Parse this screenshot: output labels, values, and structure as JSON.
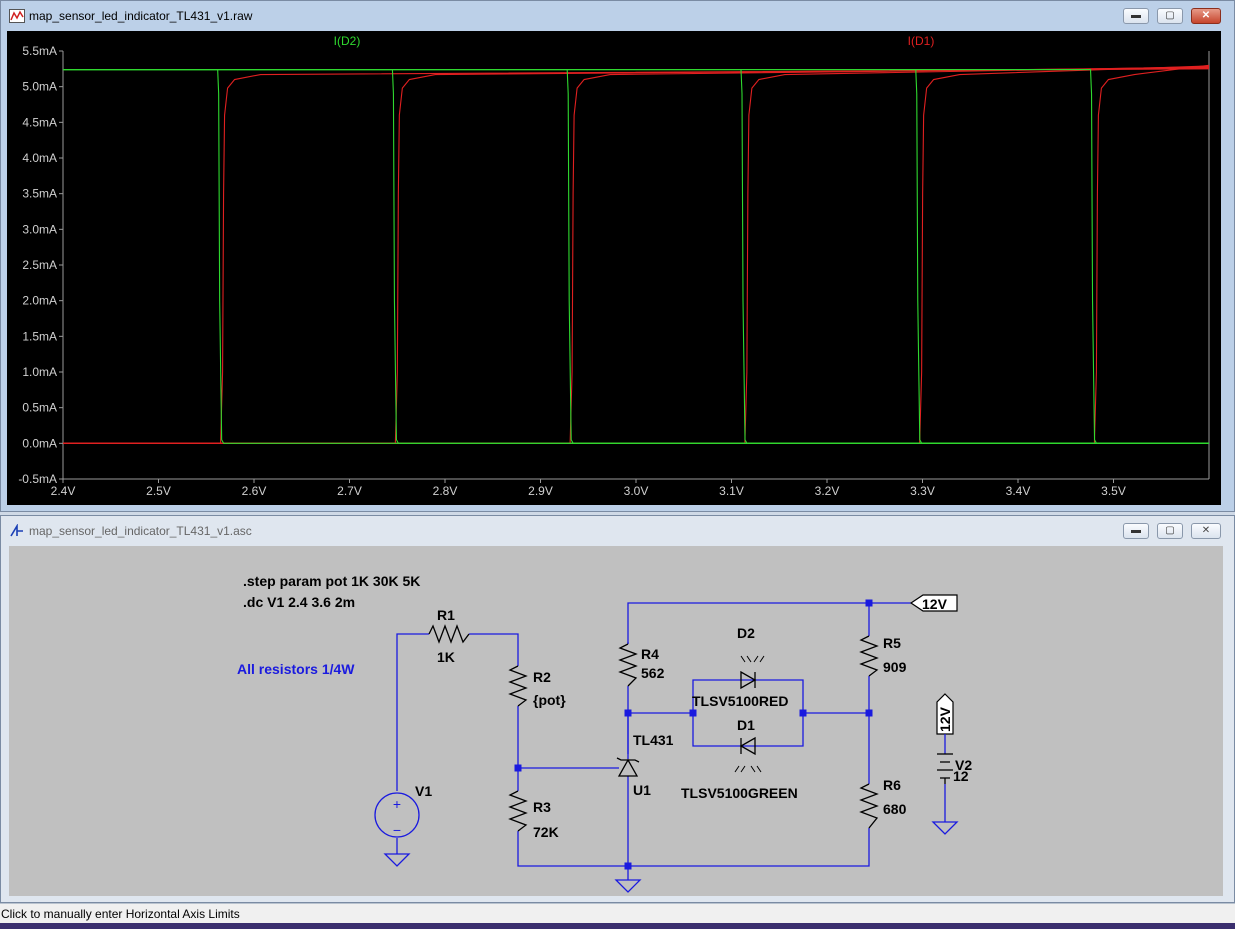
{
  "plot_window": {
    "title": "map_sensor_led_indicator_TL431_v1.raw",
    "buttons": {
      "minimize": "▬",
      "maximize": "▢",
      "close": "✕"
    }
  },
  "schematic_window": {
    "title": "map_sensor_led_indicator_TL431_v1.asc",
    "buttons": {
      "minimize": "▬",
      "maximize": "▢",
      "close": "✕"
    }
  },
  "chart_data": {
    "type": "line",
    "y_tick_labels": [
      "5.5mA",
      "5.0mA",
      "4.5mA",
      "4.0mA",
      "3.5mA",
      "3.0mA",
      "2.5mA",
      "2.0mA",
      "1.5mA",
      "1.0mA",
      "0.5mA",
      "0.0mA",
      "-0.5mA"
    ],
    "x_tick_labels": [
      "2.4V",
      "2.5V",
      "2.6V",
      "2.7V",
      "2.8V",
      "2.9V",
      "3.0V",
      "3.1V",
      "3.2V",
      "3.3V",
      "3.4V",
      "3.5V"
    ],
    "xlim": [
      2.4,
      3.6
    ],
    "ylim": [
      -0.5,
      5.5
    ],
    "grid": false,
    "legend_position": "top",
    "series": [
      {
        "name": "I(D2)",
        "color": "#2fd92f",
        "description_steps": "one trace per pot step; current ~5.25mA then drops to 0 at switch voltage",
        "switch_voltages": [
          2.563,
          2.746,
          2.929,
          3.111,
          3.294,
          3.477
        ],
        "on_level": 5.24
      },
      {
        "name": "I(D1)",
        "color": "#e02020",
        "switch_voltages": [
          2.565,
          2.748,
          2.931,
          3.114,
          3.297,
          3.48
        ],
        "on_level": 5.25
      }
    ]
  },
  "schematic": {
    "directives": [
      ".step param pot 1K 30K 5K",
      ".dc V1 2.4 3.6 2m"
    ],
    "comment": "All resistors 1/4W",
    "components": {
      "R1": {
        "ref": "R1",
        "value": "1K"
      },
      "R2": {
        "ref": "R2",
        "value": "{pot}"
      },
      "R3": {
        "ref": "R3",
        "value": "72K"
      },
      "R4": {
        "ref": "R4",
        "value": "562"
      },
      "R5": {
        "ref": "R5",
        "value": "909"
      },
      "R6": {
        "ref": "R6",
        "value": "680"
      },
      "D1": {
        "ref": "D1",
        "value": "TLSV5100GREEN"
      },
      "D2": {
        "ref": "D2",
        "value": "TLSV5100RED"
      },
      "U1": {
        "ref": "U1",
        "value": "TL431"
      },
      "V1": {
        "ref": "V1"
      },
      "V2": {
        "ref": "V2",
        "value": "12"
      }
    },
    "net_labels": {
      "supply": "12V",
      "v2_label": "12V"
    }
  },
  "status_bar": {
    "text": "Click to manually enter Horizontal Axis Limits"
  }
}
